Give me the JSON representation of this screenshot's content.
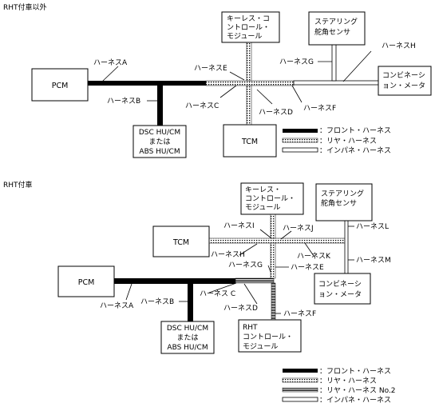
{
  "section1": {
    "title": "RHT付車以外",
    "pcm": "PCM",
    "dsc": [
      "DSC HU/CM",
      "または",
      "ABS HU/CM"
    ],
    "tcm": "TCM",
    "keyless": [
      "キーレス・コ",
      "ントロール・",
      "モジュール"
    ],
    "steering": [
      "ステアリング",
      "舵角センサ"
    ],
    "combination": [
      "コンビネーシ",
      "ョン・メータ"
    ],
    "harness": {
      "A": "ハーネスA",
      "B": "ハーネスB",
      "C": "ハーネスC",
      "D": "ハーネスD",
      "E": "ハーネスE",
      "F": "ハーネスF",
      "G": "ハーネスG",
      "H": "ハーネスH"
    },
    "legend": [
      {
        "style": "solid",
        "label": "：フロント・ハーネス"
      },
      {
        "style": "dotted",
        "label": "：リヤ・ハーネス"
      },
      {
        "style": "hollow",
        "label": "：インパネ・ハーネス"
      }
    ]
  },
  "section2": {
    "title": "RHT付車",
    "pcm": "PCM",
    "dsc": [
      "DSC HU/CM",
      "または",
      "ABS HU/CM"
    ],
    "tcm": "TCM",
    "keyless": [
      "キーレス・",
      "コントロール・",
      "モジュール"
    ],
    "steering": [
      "ステアリング",
      "舵角センサ"
    ],
    "combination": [
      "コンビネーシ",
      "ョン・メータ"
    ],
    "rht": [
      "RHT",
      "コントロール・",
      "モジュール"
    ],
    "harness": {
      "A": "ハーネスA",
      "B": "ハーネスB",
      "C": "ハーネス C",
      "D": "ハーネスD",
      "E": "ハーネスE",
      "F": "ハーネスF",
      "G": "ハーネスG",
      "H": "ハーネスH",
      "I": "ハーネスI",
      "J": "ハーネスJ",
      "K": "ハーネスK",
      "L": "ハーネスL",
      "M": "ハーネスM"
    },
    "legend": [
      {
        "style": "solid",
        "label": "：フロント・ハーネス"
      },
      {
        "style": "dotted",
        "label": "：リヤ・ハーネス"
      },
      {
        "style": "striped",
        "label": "：リヤ・ハーネス No.2"
      },
      {
        "style": "hollow",
        "label": "：インパネ・ハーネス"
      }
    ]
  }
}
